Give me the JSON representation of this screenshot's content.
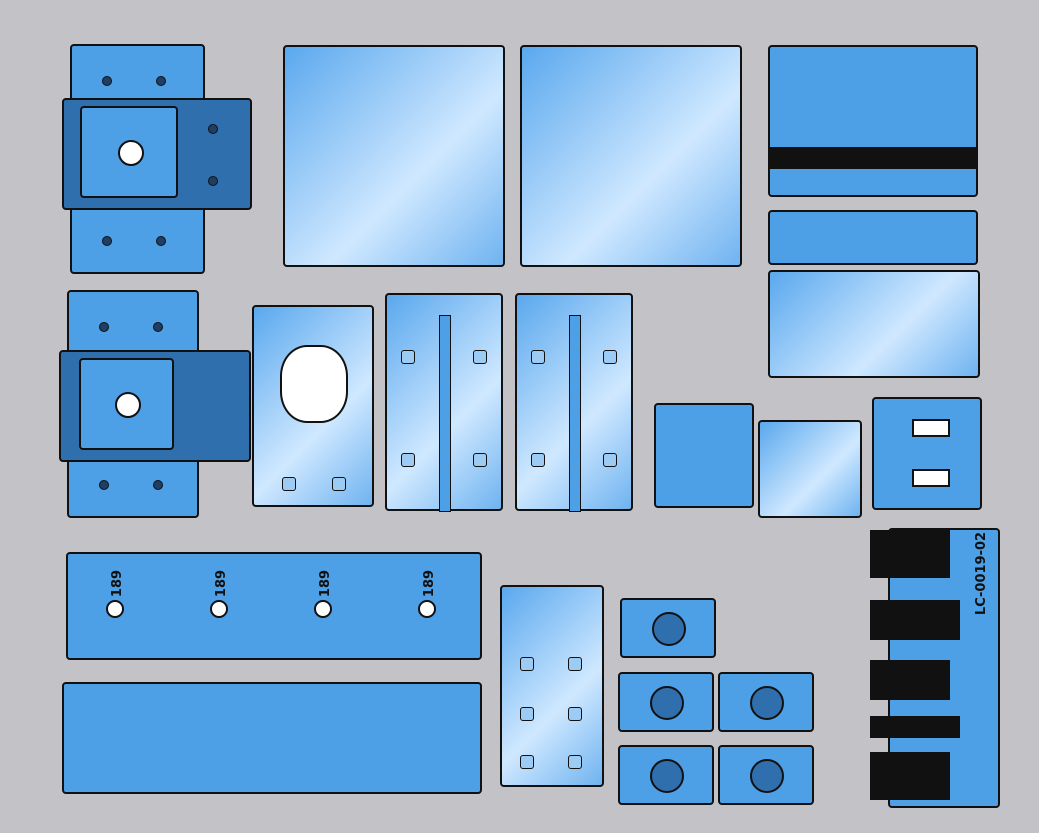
{
  "scene": {
    "background_color": "#c3c3c7",
    "part_color": "#4d9fe6",
    "cross_part_labels": [
      "189",
      "189",
      "189",
      "189"
    ],
    "heatsink_label": "LC-0019-02"
  }
}
